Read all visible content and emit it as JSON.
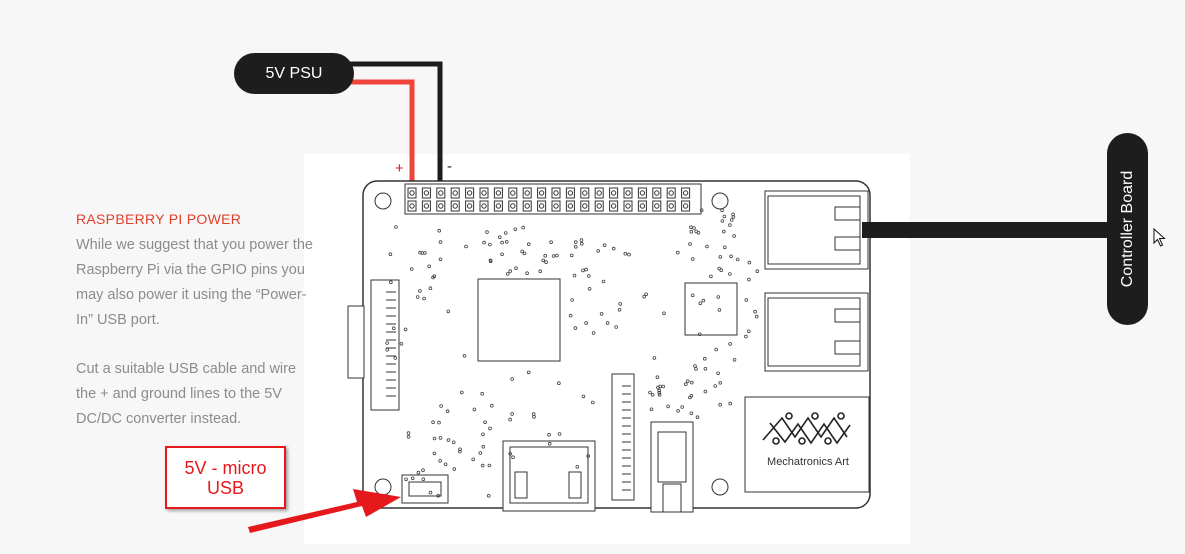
{
  "psu": {
    "label": "5V PSU"
  },
  "gpio": {
    "plus": "+",
    "minus": "-"
  },
  "controller": {
    "label": "Controller Board"
  },
  "side": {
    "title": "RASPBERRY PI POWER",
    "paragraph1": "While we suggest that you power the Raspberry Pi via the GPIO pins you may also power it using the “Power-In” USB port.",
    "paragraph2": "Cut a suitable USB cable and wire the + and ground lines to the 5V DC/DC converter instead."
  },
  "callout": {
    "line1": "5V - micro",
    "line2": "USB"
  },
  "board": {
    "logo_text": "Mechatronics Art"
  },
  "colors": {
    "wire_red": "#f0433a",
    "wire_black": "#1d1d1d",
    "accent": "#e0402a",
    "callout": "#e5181c"
  }
}
